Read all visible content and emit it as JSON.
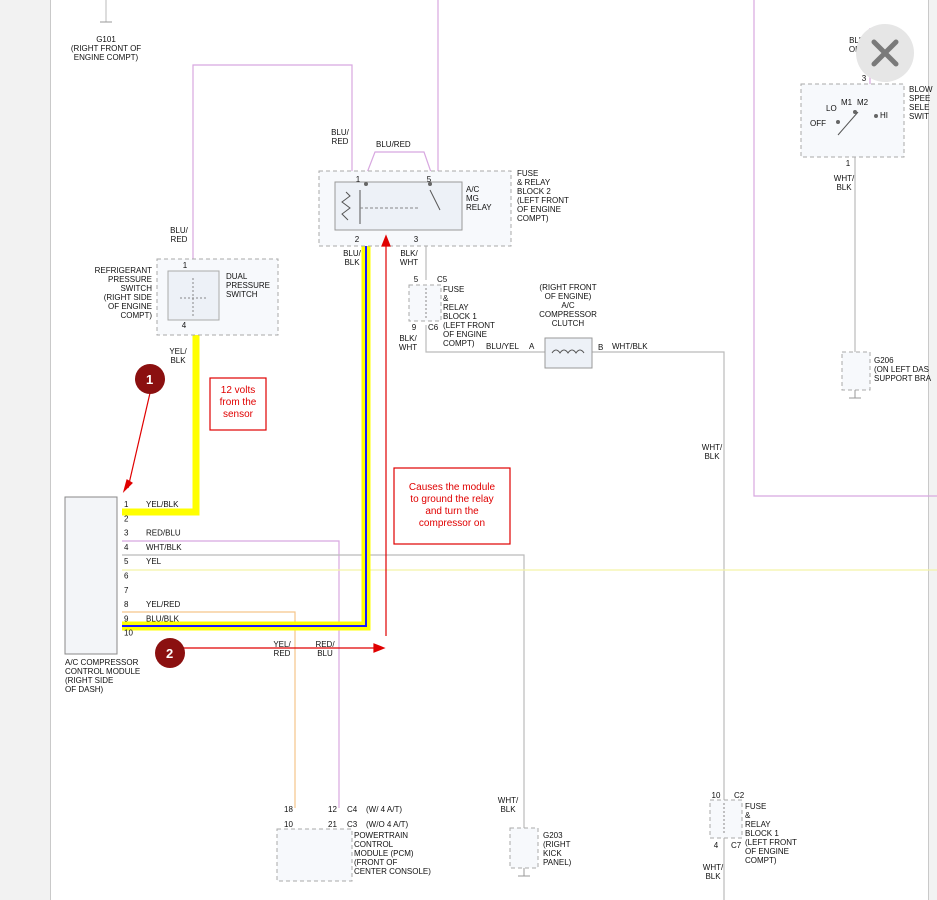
{
  "labels": {
    "g101": [
      "G101",
      "(RIGHT FRONT OF",
      "ENGINE COMPT)"
    ],
    "blu_org": [
      "BLU/",
      "ORG"
    ],
    "blower": [
      "BLOW",
      "SPEE",
      "SELE",
      "SWIT"
    ],
    "pin3_blower": "3",
    "lo": "LO",
    "m1": "M1",
    "m2": "M2",
    "hi": "HI",
    "off": "OFF",
    "pin1_blower": "1",
    "wht_blk_blower": [
      "WHT/",
      "BLK"
    ],
    "g206": [
      "G206",
      "(ON LEFT DAS",
      "SUPPORT BRA"
    ],
    "blu_red_top": [
      "BLU/",
      "RED"
    ],
    "blu_red_relay": "BLU/RED",
    "pin1_relay": "1",
    "pin5_relay": "5",
    "pin2_relay": "2",
    "pin3_relay": "3",
    "ac_mg_relay": [
      "A/C",
      "MG",
      "RELAY"
    ],
    "fuse_block2": [
      "FUSE",
      "& RELAY",
      "BLOCK 2",
      "(LEFT FRONT",
      "OF ENGINE",
      "COMPT)"
    ],
    "blu_blk_relay": [
      "BLU/",
      "BLK"
    ],
    "blk_wht_relay": [
      "BLK/",
      "WHT"
    ],
    "c5": "C5",
    "pin5_c5": "5",
    "fuse_block1_top": [
      "FUSE",
      "&",
      "RELAY",
      "BLOCK 1",
      "(LEFT FRONT",
      "OF ENGINE",
      "COMPT)"
    ],
    "pin9_c6": "9",
    "c6": "C6",
    "blk_wht_c6": [
      "BLK/",
      "WHT"
    ],
    "blu_yel": "BLU/YEL",
    "pin_a": "A",
    "pin_b": "B",
    "wht_blk_clutch": "WHT/BLK",
    "clutch": [
      "(RIGHT FRONT",
      "OF ENGINE)",
      "A/C",
      "COMPRESSOR",
      "CLUTCH"
    ],
    "blu_red_sw": [
      "BLU/",
      "RED"
    ],
    "refrig": [
      "REFRIGERANT",
      "PRESSURE",
      "SWITCH",
      "(RIGHT SIDE",
      "OF ENGINE",
      "COMPT)"
    ],
    "dual": [
      "DUAL",
      "PRESSURE",
      "SWITCH"
    ],
    "pin1_sw": "1",
    "pin4_sw": "4",
    "yel_blk_sw": [
      "YEL/",
      "BLK"
    ],
    "wht_blk_mid": [
      "WHT/",
      "BLK"
    ],
    "module_pins": [
      "1",
      "2",
      "3",
      "4",
      "5",
      "6",
      "7",
      "8",
      "9",
      "10"
    ],
    "module_wires": [
      "YEL/BLK",
      "",
      "RED/BLU",
      "WHT/BLK",
      "YEL",
      "",
      "",
      "YEL/RED",
      "BLU/BLK",
      ""
    ],
    "module_name": [
      "A/C COMPRESSOR",
      "CONTROL MODULE",
      "(RIGHT SIDE",
      "OF DASH)"
    ],
    "yel_red_low": [
      "YEL/",
      "RED"
    ],
    "red_blu_low": [
      "RED/",
      "BLU"
    ],
    "pcm_pins_top": [
      "18",
      "12",
      "C4",
      "(W/ 4 A/T)"
    ],
    "pcm_pins_bot": [
      "10",
      "21",
      "C3",
      "(W/O 4 A/T)"
    ],
    "pcm": [
      "POWERTRAIN",
      "CONTROL",
      "MODULE (PCM)",
      "(FRONT OF",
      "CENTER CONSOLE)"
    ],
    "wht_blk_g203": [
      "WHT/",
      "BLK"
    ],
    "g203": [
      "G203",
      "(RIGHT",
      "KICK",
      "PANEL)"
    ],
    "pin10_c2": "10",
    "c2": "C2",
    "pin4_c7": "4",
    "c7": "C7",
    "fuse_block1_bot": [
      "FUSE",
      "&",
      "RELAY",
      "BLOCK 1",
      "(LEFT FRONT",
      "OF ENGINE",
      "COMPT)"
    ],
    "wht_blk_bottom": [
      "WHT/",
      "BLK"
    ]
  },
  "annotations": {
    "note1": [
      "12 volts",
      "from the",
      "sensor"
    ],
    "note2": [
      "Causes the module",
      "to ground the relay",
      "and turn the",
      "compressor on"
    ],
    "marker1": "1",
    "marker2": "2"
  },
  "colors": {
    "yellow_highlight": "#ffff00",
    "blue_wire": "#1a1aff",
    "pink_wire": "#d8a8e0",
    "annotation_red": "#e00000",
    "marker_fill": "#8b1010"
  }
}
